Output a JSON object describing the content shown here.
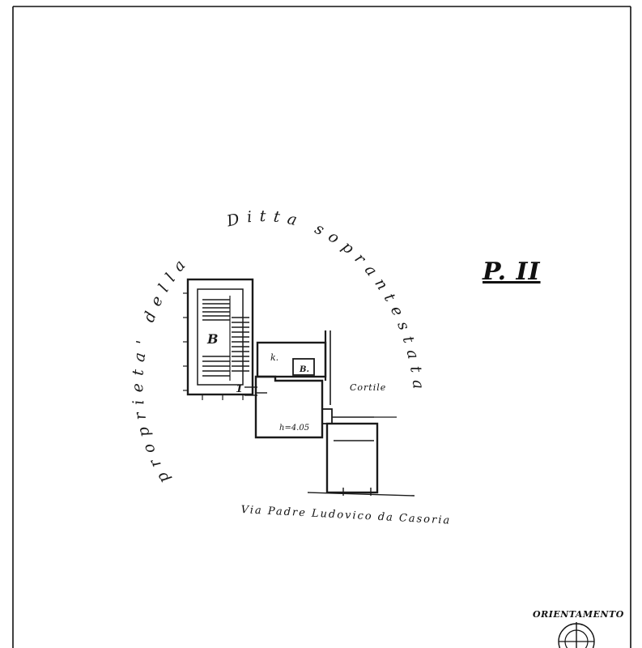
{
  "sheet": {
    "floor_label": "P. II",
    "orientation_label": "ORIENTAMENTO"
  },
  "arc_text": {
    "left": "proprieta' della",
    "right": "Ditta soprantestata"
  },
  "plan": {
    "stair_label": "B",
    "room_k_label": "k.",
    "room_b_label": "B.",
    "entrance_number": "1",
    "height_label": "h=4.05",
    "courtyard_label": "Cortile",
    "street_label": "Via Padre Ludovico da Casoria"
  },
  "colors": {
    "ink": "#1a1a1a",
    "paper": "#ffffff"
  }
}
